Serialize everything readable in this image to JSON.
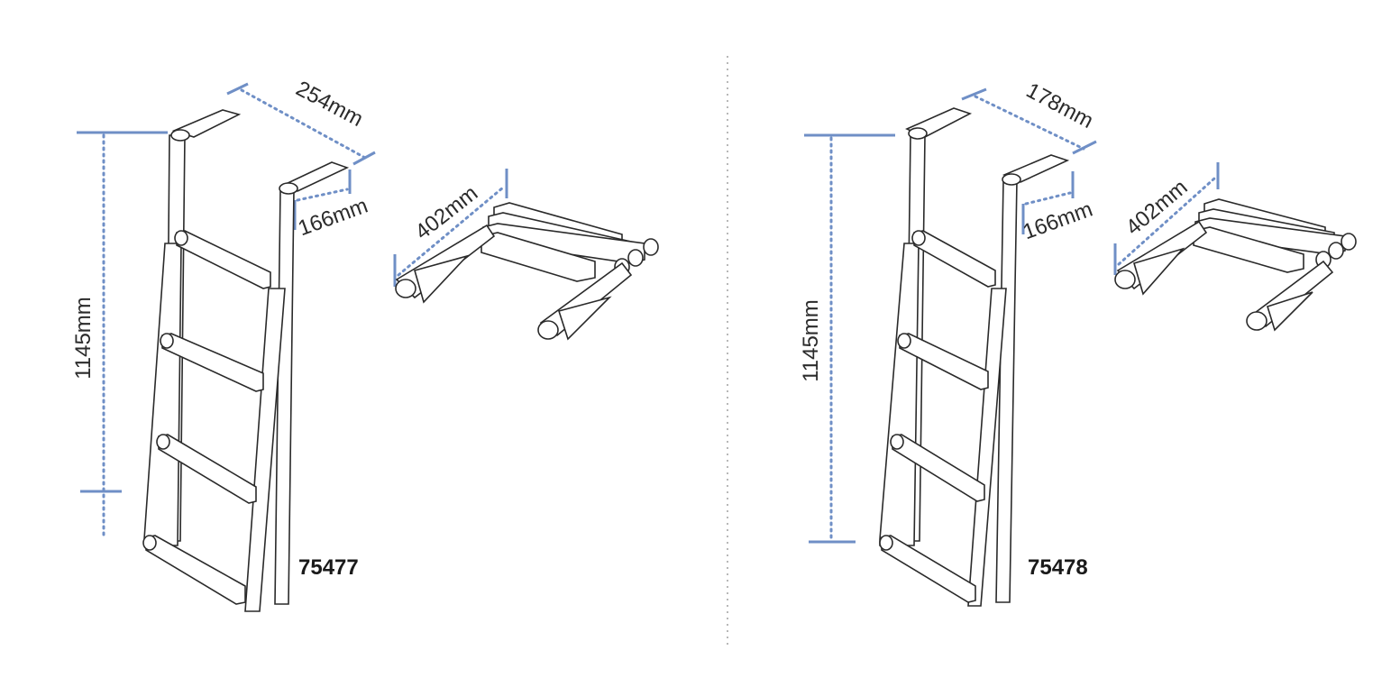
{
  "products": [
    {
      "code": "75477",
      "height_label": "1145mm",
      "top_width_label": "254mm",
      "bracket_depth_label": "166mm",
      "folded_width_label": "402mm"
    },
    {
      "code": "75478",
      "height_label": "1145mm",
      "top_width_label": "178mm",
      "bracket_depth_label": "166mm",
      "folded_width_label": "402mm"
    }
  ],
  "colors": {
    "dimension_line": "#6f8fc6",
    "drawing_ink": "#2a2a2a",
    "divider": "#b8b8b8"
  }
}
